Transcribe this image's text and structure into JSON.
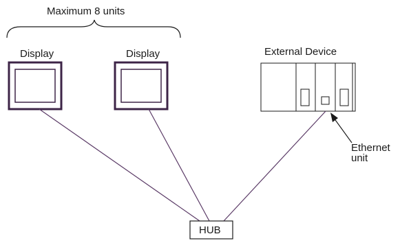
{
  "diagram": {
    "max_units_label": "Maximum 8 units",
    "display_left_label": "Display",
    "display_right_label": "Display",
    "external_device_label": "External Device",
    "ethernet_unit_line1": "Ethernet",
    "ethernet_unit_line2": "unit",
    "hub_label": "HUB",
    "colors": {
      "display_frame": "#3d2447",
      "connection_line": "#5a3a66",
      "outline": "#1a1a1a",
      "device_fill": "#ffffff"
    }
  }
}
